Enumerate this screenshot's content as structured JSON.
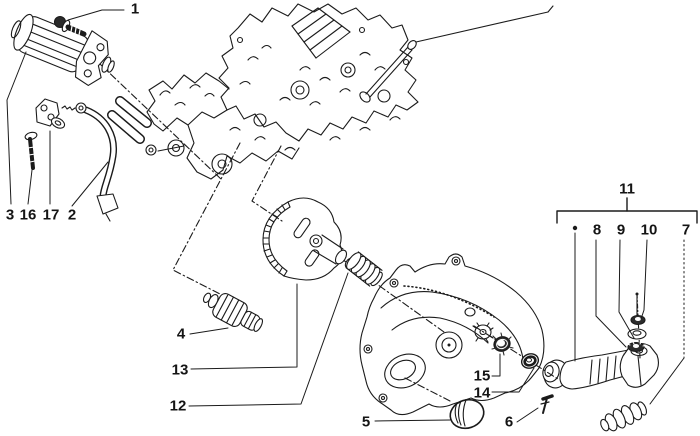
{
  "diagram": {
    "type": "exploded-parts-diagram",
    "background_color": "#ffffff",
    "line_color": "#1b1b1b",
    "callouts": {
      "1": "1",
      "2": "2",
      "3": "3",
      "4": "4",
      "5": "5",
      "6": "6",
      "7": "7",
      "8": "8",
      "9": "9",
      "10": "10",
      "11": "11",
      "12": "12",
      "13": "13",
      "14": "14",
      "15": "15",
      "16": "16",
      "17": "17"
    }
  }
}
